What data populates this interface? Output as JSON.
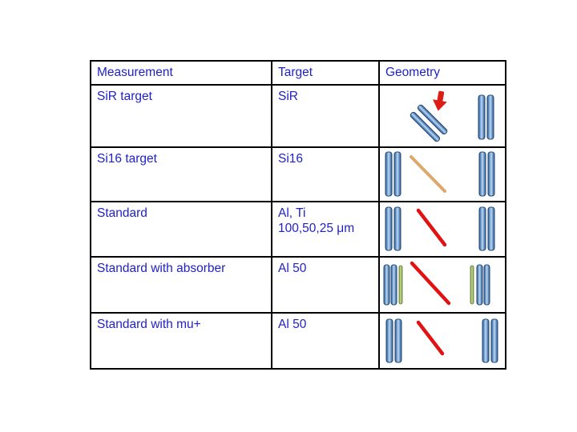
{
  "colors": {
    "background": "#ffffff",
    "text": "#1f1fc8",
    "border": "#000000",
    "bar_blue": "#4f81bd",
    "bar_green": "#8faa4b",
    "beam_red": "#e01212",
    "beam_tan": "#dca96b",
    "arrow_red": "#dd1d15"
  },
  "table": {
    "headers": [
      "Measurement",
      "Target",
      "Geometry"
    ],
    "rows": [
      {
        "measurement": "SiR target",
        "target": "SiR",
        "geometry": {
          "elements": [
            "red-beam-arrow-down",
            "tilted-blue-target-pair",
            "blue-detector-pair-right"
          ]
        }
      },
      {
        "measurement": "Si16 target",
        "target": "Si16",
        "geometry": {
          "elements": [
            "blue-detector-pair-left",
            "tan-beam-line",
            "blue-detector-pair-right"
          ]
        }
      },
      {
        "measurement": "Standard",
        "target": "Al, Ti",
        "target2": "100,50,25 μm",
        "geometry": {
          "elements": [
            "blue-detector-pair-left",
            "red-beam-line",
            "blue-detector-pair-right"
          ]
        }
      },
      {
        "measurement": "Standard with absorber",
        "target": "Al 50",
        "geometry": {
          "elements": [
            "blue-detector-pair-left",
            "green-absorber-left",
            "red-beam-line",
            "green-absorber-right",
            "blue-detector-pair-right"
          ]
        }
      },
      {
        "measurement": "Standard with mu+",
        "target": "Al 50",
        "geometry": {
          "elements": [
            "blue-detector-pair-left",
            "red-beam-line",
            "blue-detector-pair-right"
          ]
        }
      }
    ]
  }
}
